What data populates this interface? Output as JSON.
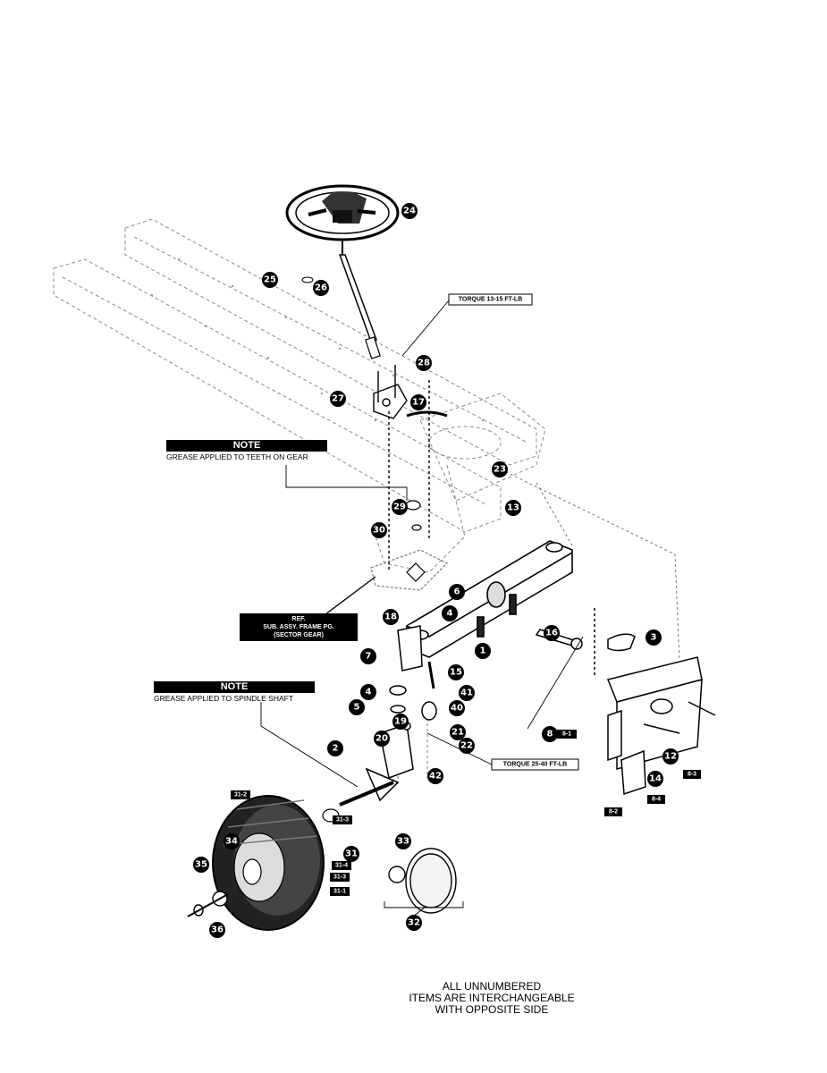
{
  "notes": {
    "gear": {
      "heading": "NOTE",
      "text": "GREASE APPLIED TO TEETH ON GEAR"
    },
    "spindle": {
      "heading": "NOTE",
      "text": "GREASE APPLIED TO SPINDLE SHAFT"
    }
  },
  "reference": {
    "lines": [
      "REF.",
      "SUB. ASSY. FRAME PG.",
      "(SECTOR GEAR)"
    ]
  },
  "torque": {
    "upper": "TORQUE 13-15 FT-LB",
    "lower": "TORQUE 25-40 FT-LB"
  },
  "footer": {
    "lines": [
      "ALL UNNUMBERED",
      "ITEMS ARE INTERCHANGEABLE",
      "WITH OPPOSITE SIDE"
    ]
  },
  "callouts": [
    "24",
    "25",
    "26",
    "28",
    "27",
    "17",
    "23",
    "13",
    "29",
    "30",
    "6",
    "4",
    "18",
    "16",
    "1",
    "3",
    "7",
    "15",
    "4",
    "41",
    "5",
    "40",
    "19",
    "21",
    "20",
    "22",
    "2",
    "42",
    "8",
    "12",
    "14",
    "31",
    "33",
    "34",
    "35",
    "36",
    "32"
  ],
  "box_labels": [
    "8-1",
    "8-3",
    "8-4",
    "8-2",
    "31-2",
    "31-3",
    "31-4",
    "31-3",
    "31-1"
  ]
}
